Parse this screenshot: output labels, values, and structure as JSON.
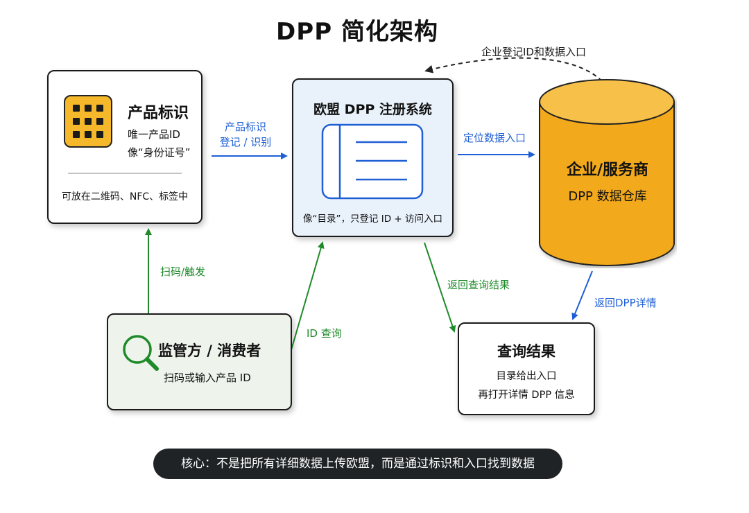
{
  "title": "DPP 简化架构",
  "product_id_box": {
    "heading": "产品标识",
    "line1": "唯一产品ID",
    "line2": "像“身份证号”",
    "footer": "可放在二维码、NFC、标签中"
  },
  "registry_box": {
    "heading": "欧盟 DPP 注册系统",
    "caption": "像“目录”，只登记 ID + 访问入口"
  },
  "enterprise_db": {
    "heading": "企业/服务商",
    "subtitle": "DPP 数据仓库"
  },
  "regulator_box": {
    "heading": "监管方 / 消费者",
    "caption": "扫码或输入产品 ID"
  },
  "result_box": {
    "heading": "查询结果",
    "line1": "目录给出入口",
    "line2": "再打开详情 DPP 信息"
  },
  "arrows": {
    "register_line1": "产品标识",
    "register_line2": "登记 / 识别",
    "locate": "定位数据入口",
    "enterprise_register": "企业登记ID和数据入口",
    "scan_trigger": "扫码/触发",
    "id_query": "ID 查询",
    "return_query": "返回查询结果",
    "return_dpp": "返回DPP详情"
  },
  "core_message": "核心：不是把所有详细数据上传欧盟，而是通过标识和入口找到数据",
  "colors": {
    "blue": "#1f5fd6",
    "green": "#1f8a2a",
    "cylinder": "#f3a91c",
    "registry_bg": "#e9f2fb",
    "regulator_bg": "#eef4ec",
    "icon_yellow": "#f5b82a"
  },
  "icons": [
    "qr-grid-icon",
    "directory-book-icon",
    "magnifier-icon"
  ]
}
